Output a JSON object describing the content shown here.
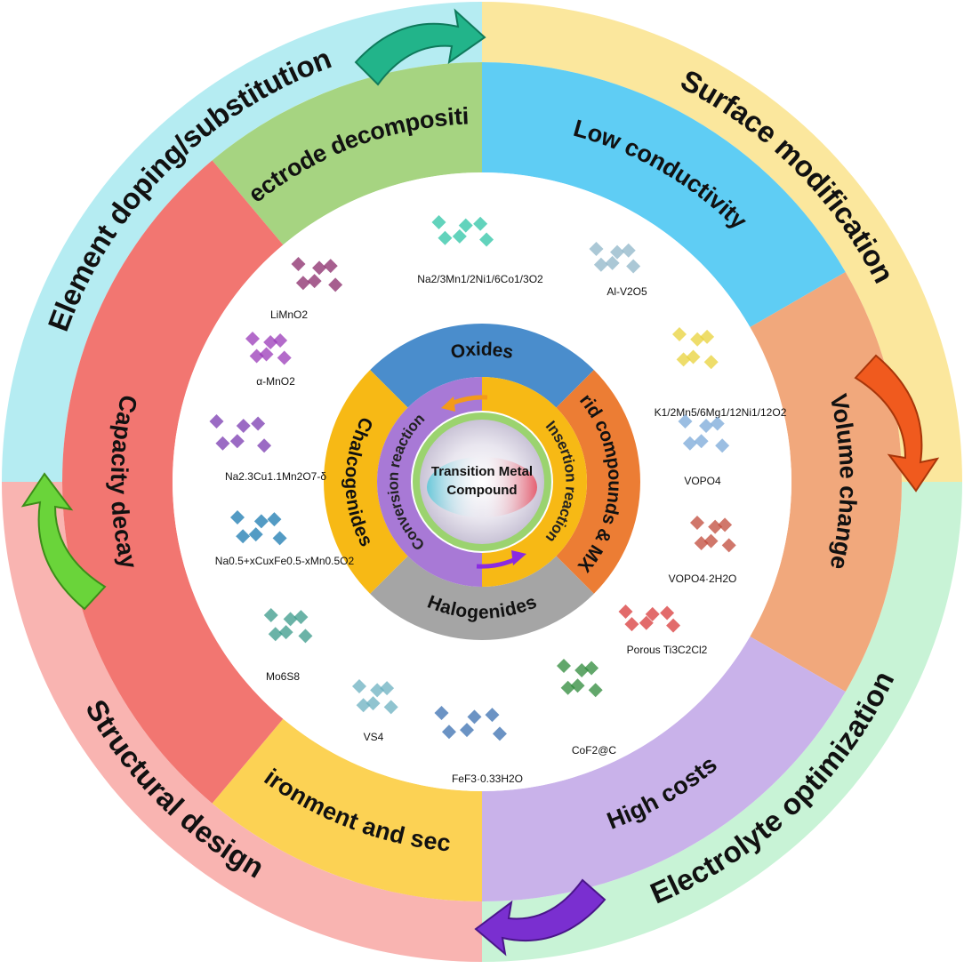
{
  "center": {
    "line1": "Transition Metal",
    "line2": "Compound"
  },
  "outer_ring": [
    {
      "label": "Element doping/substitution",
      "color": "#b5ecf2"
    },
    {
      "label": "Surface modification",
      "color": "#fbe79d"
    },
    {
      "label": "Electrolyte optimization",
      "color": "#c8f3d6"
    },
    {
      "label": "Structural design",
      "color": "#f9b4b1"
    }
  ],
  "challenge_ring": [
    {
      "label": "Electrode decomposition",
      "color": "#a6d481"
    },
    {
      "label": "Low conductivity",
      "color": "#5fcdf4"
    },
    {
      "label": "Volume change",
      "color": "#f1a87c"
    },
    {
      "label": "High costs",
      "color": "#c9b2ea"
    },
    {
      "label": "Environment and security",
      "color": "#fcd254"
    },
    {
      "label": "Capacity decay",
      "color": "#f27671"
    }
  ],
  "category_ring": [
    {
      "label": "Oxides",
      "color": "#4a8dcc"
    },
    {
      "label": "Hybrid compounds & MXene",
      "color": "#ec7d34"
    },
    {
      "label": "Halogenides",
      "color": "#a5a5a5"
    },
    {
      "label": "Chalcogenides",
      "color": "#f7b915"
    }
  ],
  "reaction_ring": [
    {
      "label": "Insertion reaction",
      "color": "#f7b915"
    },
    {
      "label": "Conversion reaction",
      "color": "#a879d6"
    }
  ],
  "materials": [
    "Na2/3Mn1/2Ni1/6Co1/3O2",
    "Al-V2O5",
    "K1/2Mn5/6Mg1/12Ni1/12O2",
    "VOPO4",
    "VOPO4·2H2O",
    "Porous Ti3C2Cl2",
    "CoF2@C",
    "FeF3·0.33H2O",
    "VS4",
    "Mo6S8",
    "Na0.5+xCuxFe0.5-xMn0.5O2",
    "Na2.3Cu1.1Mn2O7-δ",
    "α-MnO2",
    "LiMnO2"
  ]
}
